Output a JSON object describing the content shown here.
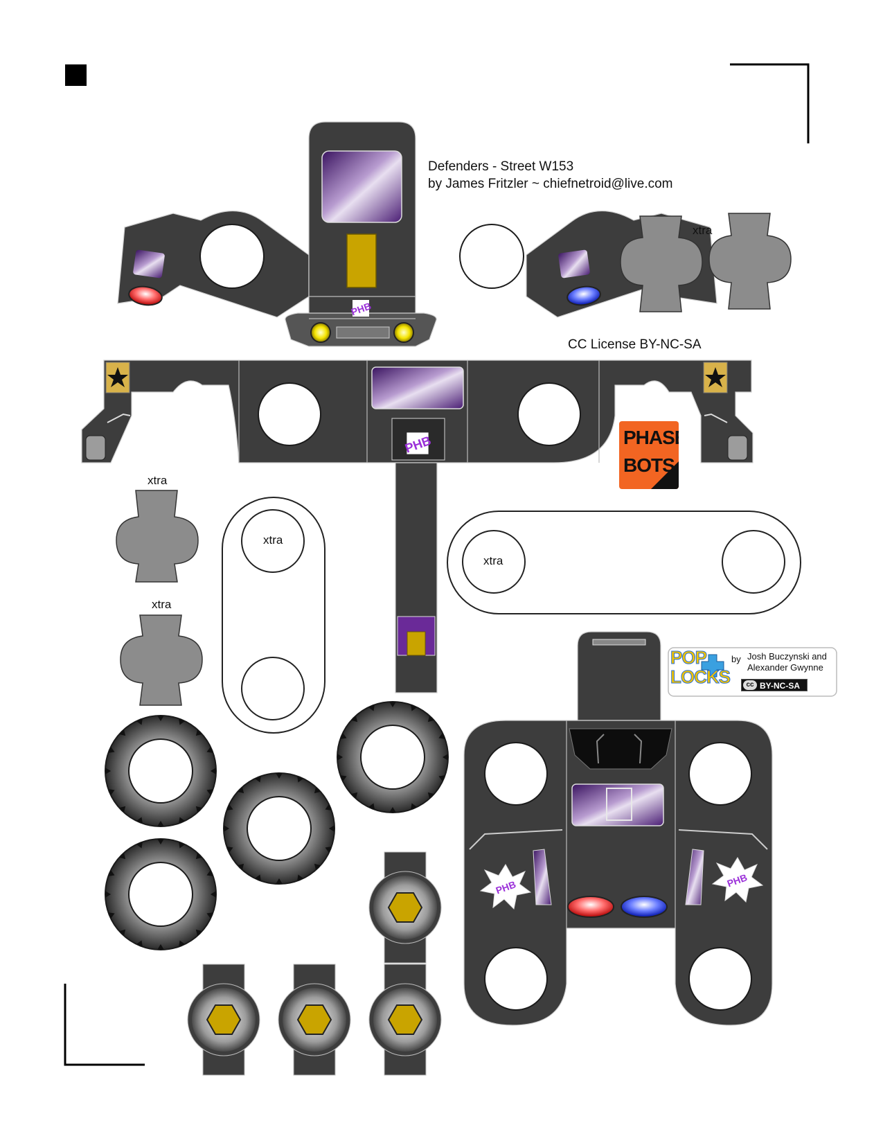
{
  "sheet": {
    "title_line1": "Defenders - Street W153",
    "title_line2": "by James Fritzler  ~  chiefnetroid@live.com",
    "license": "CC License  BY-NC-SA",
    "extra_labels": [
      "xtra",
      "xtra",
      "xtra",
      "xtra",
      "xtra"
    ]
  },
  "logos": {
    "phasebots": {
      "line1": "PHASE",
      "line2": "BOTS"
    },
    "poplocks": {
      "word1": "POP",
      "word2": "LOCKS",
      "by": "by",
      "authors_line1": "Josh Buczynski and",
      "authors_line2": "Alexander Gwynne",
      "license_badge": "BY-NC-SA",
      "cc_mark": "cc"
    },
    "emblem": "PHB"
  },
  "colors": {
    "part_dark": "#3d3d3d",
    "part_grey": "#8c8c8c",
    "visor_purple": "#5b2a86",
    "gold": "#c9a400",
    "siren_red": "#d11a1a",
    "siren_blue": "#1a3ad1",
    "phasebots_orange": "#f26522"
  }
}
